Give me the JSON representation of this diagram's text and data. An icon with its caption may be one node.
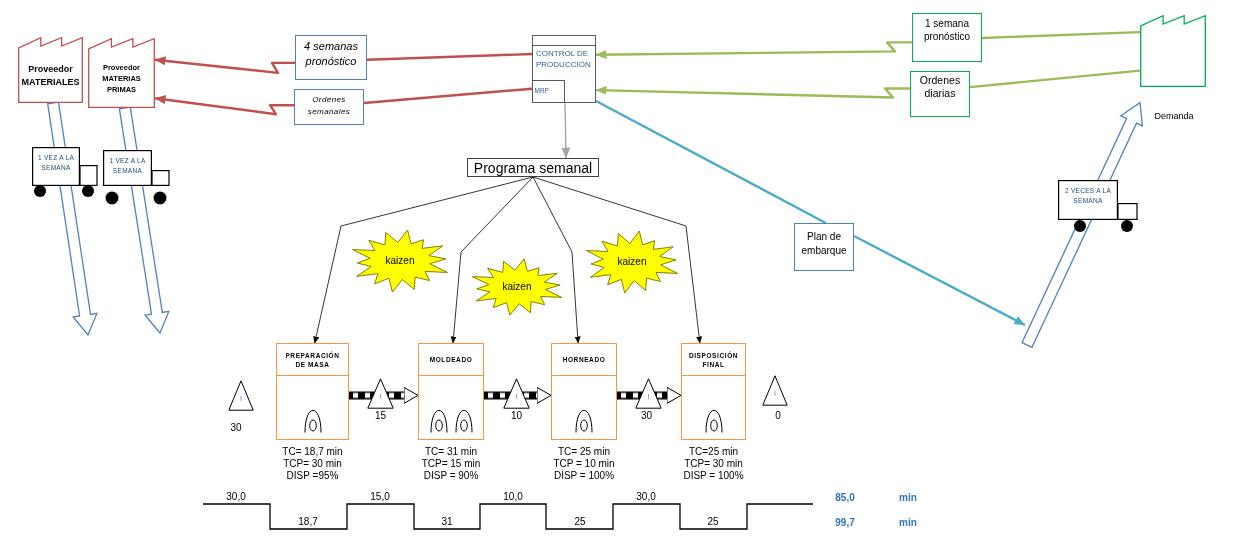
{
  "diagram": {
    "nodes": [
      {
        "text": [
          "Proveedor MATERIALES"
        ]
      },
      {
        "text": [
          "Proveedor MATERIAS PRIMAS"
        ]
      },
      {
        "text": [
          "4 semanas pronóstico"
        ]
      },
      {
        "text": [
          "Ordenes semanales"
        ]
      },
      {
        "text": [
          "CONTROL DE PRODUCCIÓN"
        ]
      },
      {
        "text": [
          "MRP"
        ],
        "in": 4
      },
      {
        "text": [
          "1 semana pronóstico"
        ]
      },
      {
        "text": [
          "Ordenes diarias"
        ]
      },
      {
        "text": [
          "Demanda"
        ]
      },
      {
        "text": [
          "1 VEZ A LA SEMANA"
        ]
      },
      {
        "text": [
          "1 VEZ A LA SEMANA"
        ]
      },
      {
        "text": [
          "Programa semanal"
        ]
      },
      {
        "text": [
          "Plan de embarque"
        ]
      },
      {
        "text": [
          "2 VECES A LA SEMANA"
        ]
      },
      {
        "text": [
          "kaizen"
        ]
      },
      {
        "text": [
          "kaizen"
        ]
      },
      {
        "text": [
          "kaizen"
        ]
      },
      {
        "text": [
          "PREPARACIÓN DE MASA"
        ],
        "beside": [
          "TC= 18,7 min",
          "TCP= 30 min",
          "DISP =95%"
        ]
      },
      {
        "text": [
          "MOLDEADO"
        ],
        "beside": [
          "TC= 31 min",
          "TCP= 15 min",
          "DISP = 90%"
        ]
      },
      {
        "text": [
          "HORNEADO"
        ],
        "beside": [
          "TC= 25 min",
          "TCP = 10 min",
          "DISP = 100%"
        ]
      },
      {
        "text": [
          "DISPOSICIÓN FINAL"
        ],
        "beside": [
          "TC=25 min",
          "TCP= 30 min",
          "DISP = 100%"
        ]
      },
      {
        "text": [
          "I"
        ],
        "beside": [
          "30"
        ]
      },
      {
        "text": [
          "I"
        ],
        "beside": [
          "15"
        ]
      },
      {
        "text": [
          "I"
        ],
        "beside": [
          "10"
        ]
      },
      {
        "text": [
          "I"
        ],
        "beside": [
          "30"
        ]
      },
      {
        "text": [
          "I"
        ],
        "beside": [
          "0"
        ]
      }
    ],
    "edges": [
      {
        "from": 4,
        "to": 2,
        "arrow": "none",
        "color": "#c0504d"
      },
      {
        "from": 2,
        "to": 1,
        "arrow": "to",
        "color": "#c0504d"
      },
      {
        "from": 4,
        "to": 3,
        "arrow": "none",
        "color": "#c0504d"
      },
      {
        "from": 3,
        "to": 1,
        "arrow": "to",
        "color": "#c0504d"
      },
      {
        "from": 8,
        "to": 6,
        "arrow": "none",
        "color": "#9bbb59"
      },
      {
        "from": 6,
        "to": 4,
        "arrow": "to",
        "color": "#9bbb59"
      },
      {
        "from": 8,
        "to": 7,
        "arrow": "none",
        "color": "#9bbb59"
      },
      {
        "from": 7,
        "to": 4,
        "arrow": "to",
        "color": "#9bbb59"
      },
      {
        "from": 5,
        "to": 11,
        "arrow": "to",
        "color": "#a6a6a6"
      },
      {
        "from": 4,
        "to": 12,
        "arrow": "none",
        "color": "#4bacc6"
      },
      {
        "from": 12,
        "to": null,
        "arrow": "to",
        "color": "#4bacc6"
      },
      {
        "from": 11,
        "to": 17,
        "arrow": "to",
        "color": "#000000"
      },
      {
        "from": 11,
        "to": 18,
        "arrow": "to",
        "color": "#000000"
      },
      {
        "from": 11,
        "to": 19,
        "arrow": "to",
        "color": "#000000"
      },
      {
        "from": 11,
        "to": 20,
        "arrow": "to",
        "color": "#000000"
      },
      {
        "from": 17,
        "to": 18,
        "arrow": "to",
        "style": "dashed",
        "color": "#000000"
      },
      {
        "from": 18,
        "to": 19,
        "arrow": "to",
        "style": "dashed",
        "color": "#000000"
      },
      {
        "from": 19,
        "to": 20,
        "arrow": "to",
        "style": "dashed",
        "color": "#000000"
      },
      {
        "from": 0,
        "to": null,
        "arrow": "to",
        "color": "#4f81bd",
        "style": "thick"
      },
      {
        "from": 1,
        "to": null,
        "arrow": "to",
        "color": "#4f81bd",
        "style": "thick"
      },
      {
        "from": null,
        "to": 8,
        "arrow": "to",
        "color": "#4f81bd",
        "style": "thick"
      }
    ],
    "labels": [
      "30,0",
      "15,0",
      "10,0",
      "30,0",
      "85,0",
      "min",
      "18,7",
      "31",
      "25",
      "25",
      "99,7",
      "min"
    ]
  }
}
